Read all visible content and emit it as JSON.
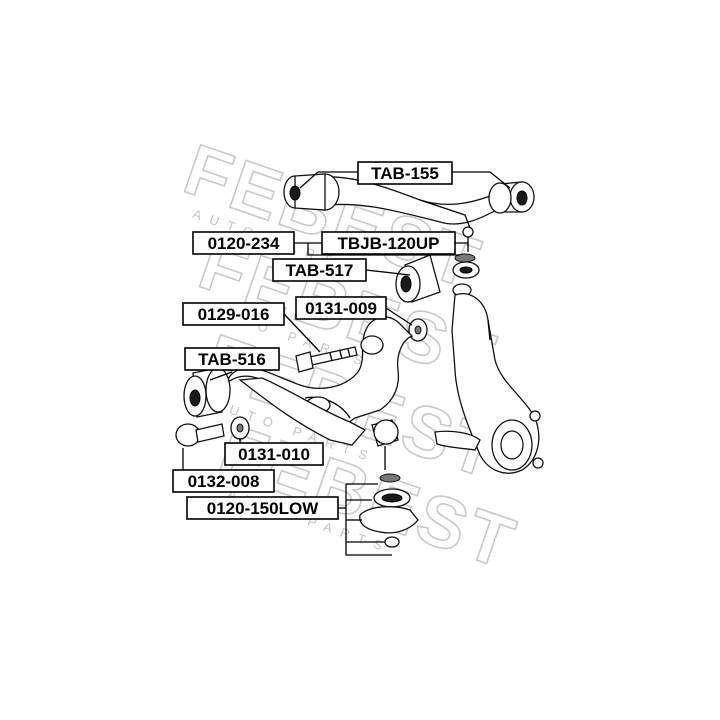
{
  "watermark": {
    "brand": "FEBEST",
    "tagline": "AUTO PARTS"
  },
  "labels": {
    "tab155": "TAB-155",
    "b0120_234": "0120-234",
    "tbjb120up": "TBJB-120UP",
    "tab517": "TAB-517",
    "b0129_016": "0129-016",
    "b0131_009": "0131-009",
    "tab516": "TAB-516",
    "b0131_010": "0131-010",
    "b0132_008": "0132-008",
    "b0120_150low": "0120-150LOW"
  }
}
